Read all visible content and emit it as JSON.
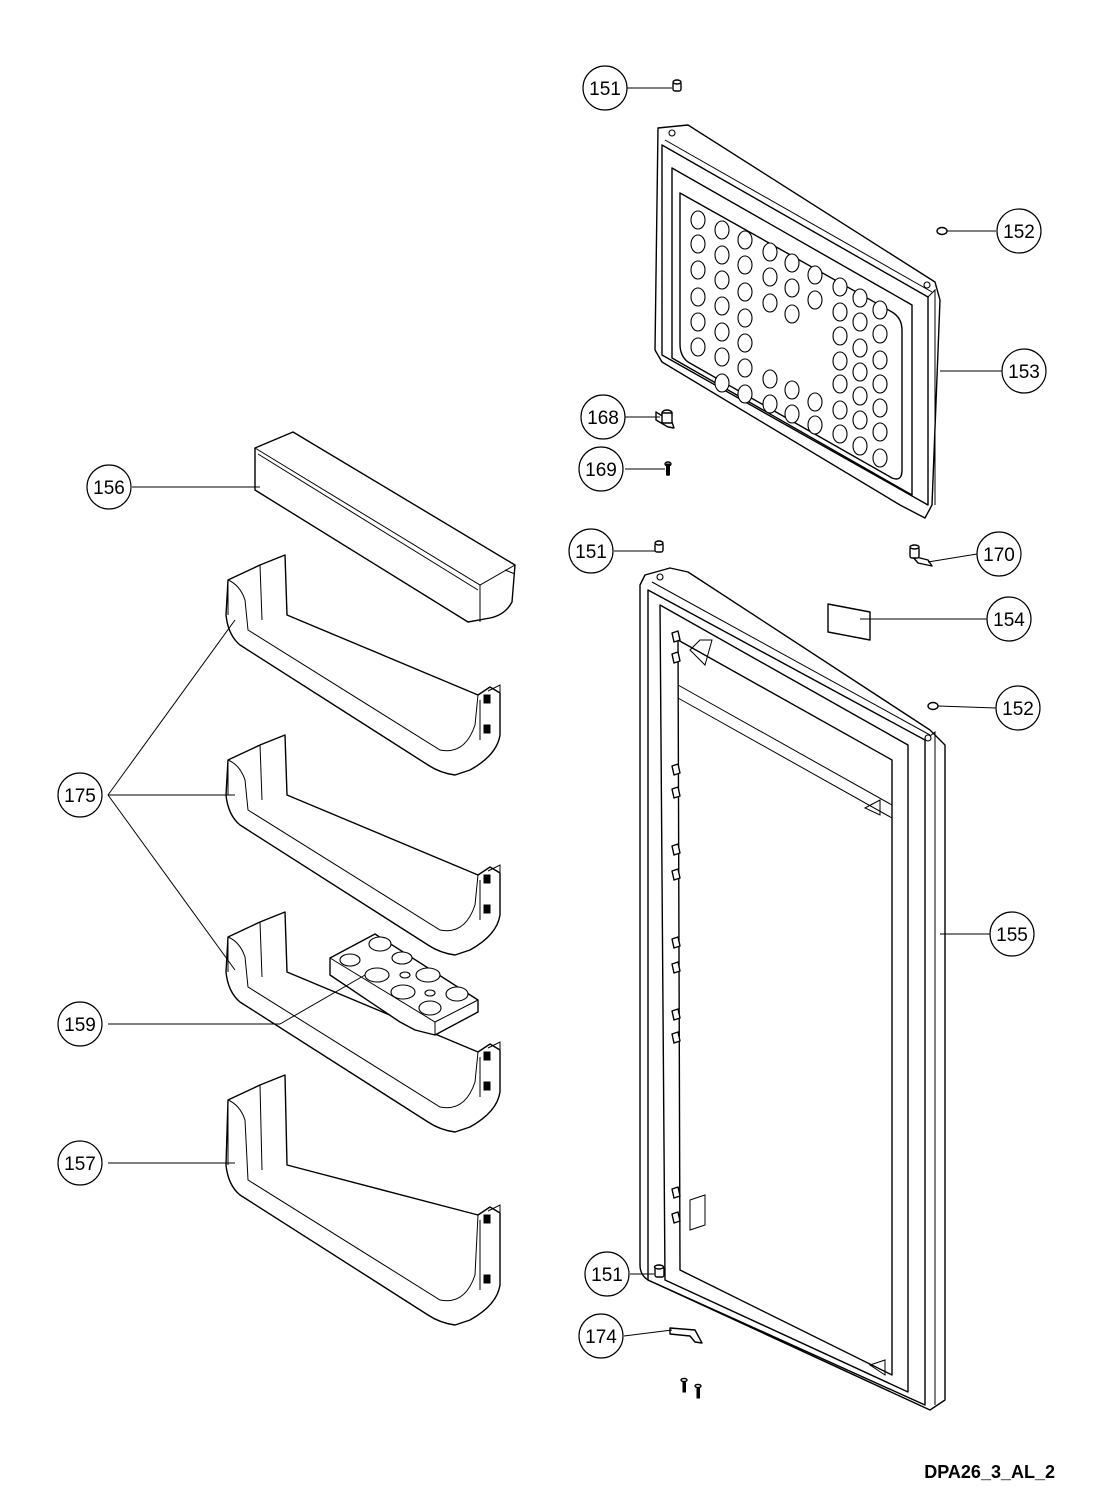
{
  "drawing_code": "DPA26_3_AL_2",
  "callouts": [
    {
      "id": "c151a",
      "label": "151"
    },
    {
      "id": "c152a",
      "label": "152"
    },
    {
      "id": "c153",
      "label": "153"
    },
    {
      "id": "c168",
      "label": "168"
    },
    {
      "id": "c169",
      "label": "169"
    },
    {
      "id": "c156",
      "label": "156"
    },
    {
      "id": "c151b",
      "label": "151"
    },
    {
      "id": "c170",
      "label": "170"
    },
    {
      "id": "c154",
      "label": "154"
    },
    {
      "id": "c152b",
      "label": "152"
    },
    {
      "id": "c175",
      "label": "175"
    },
    {
      "id": "c155",
      "label": "155"
    },
    {
      "id": "c159",
      "label": "159"
    },
    {
      "id": "c157",
      "label": "157"
    },
    {
      "id": "c151c",
      "label": "151"
    },
    {
      "id": "c174",
      "label": "174"
    }
  ]
}
